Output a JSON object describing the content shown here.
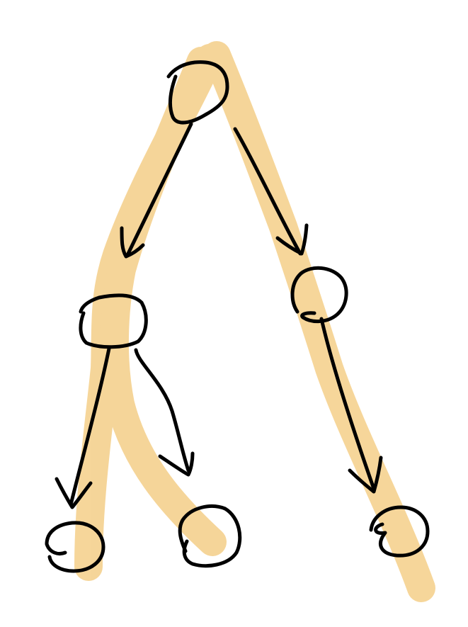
{
  "diagram": {
    "kind": "tree",
    "colors": {
      "background": "#ffffff",
      "ink": "#000000",
      "highlight": "#f2c46f",
      "highlight_dark": "#efad3e"
    },
    "nodes": [
      {
        "id": "root",
        "label": ""
      },
      {
        "id": "left",
        "label": ""
      },
      {
        "id": "right",
        "label": ""
      },
      {
        "id": "left-left",
        "label": ""
      },
      {
        "id": "left-right",
        "label": ""
      },
      {
        "id": "right-child",
        "label": ""
      }
    ],
    "edges": [
      {
        "from": "root",
        "to": "left"
      },
      {
        "from": "root",
        "to": "right"
      },
      {
        "from": "left",
        "to": "left-left"
      },
      {
        "from": "left",
        "to": "left-right"
      },
      {
        "from": "right",
        "to": "right-child"
      }
    ],
    "highlighted_paths": [
      [
        "root",
        "left",
        "left-left"
      ],
      [
        "root",
        "left",
        "left-right"
      ],
      [
        "root",
        "right",
        "right-child"
      ]
    ]
  }
}
